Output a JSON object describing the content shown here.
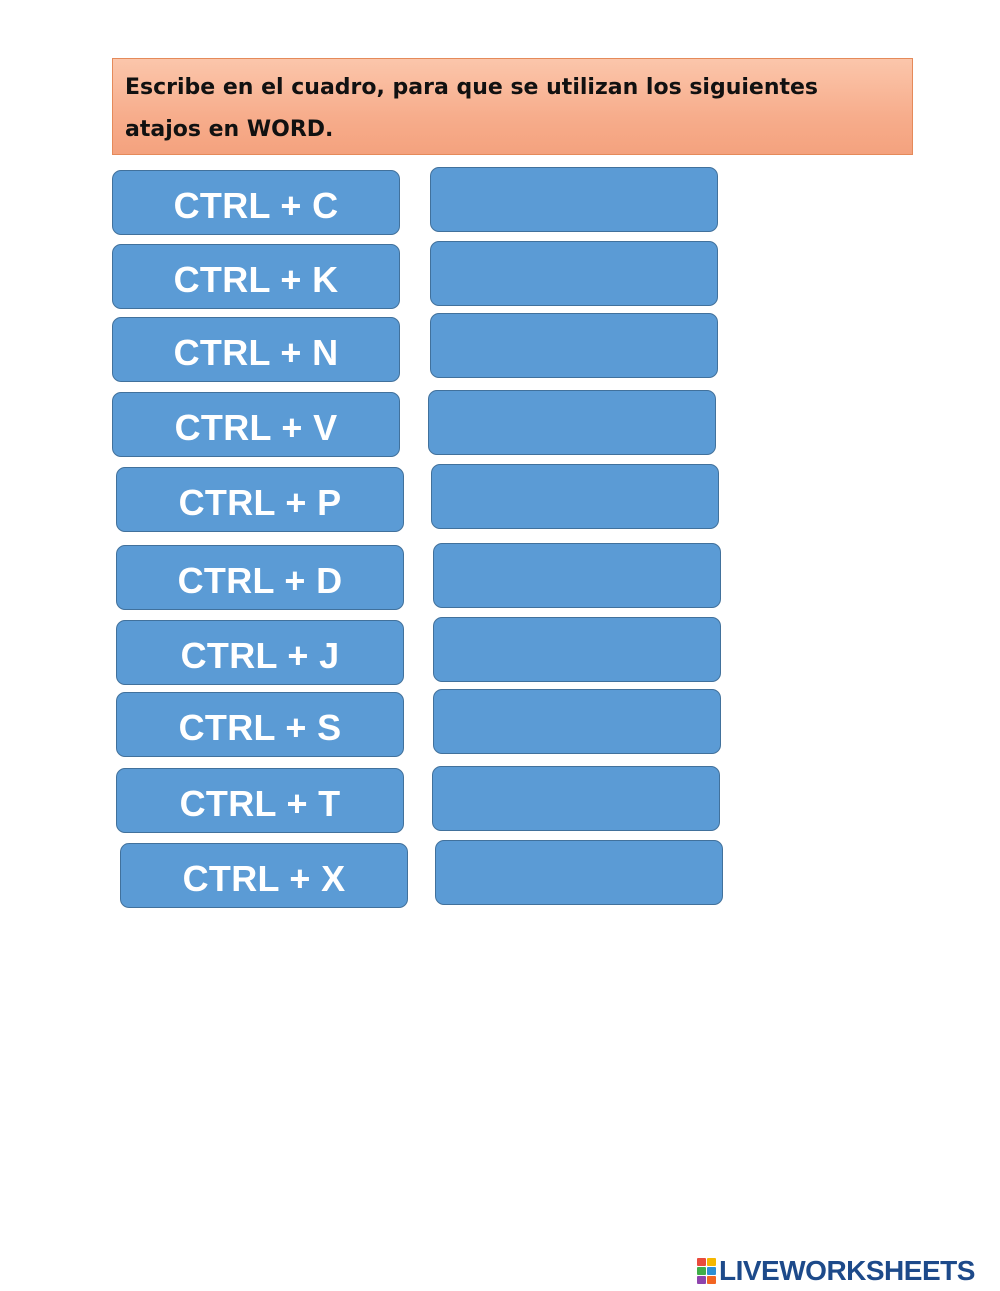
{
  "instruction": {
    "text": "Escribe en el cuadro, para que se utilizan los siguientes atajos en WORD."
  },
  "shortcuts": [
    {
      "label": "CTRL + C",
      "answer": ""
    },
    {
      "label": "CTRL + K",
      "answer": ""
    },
    {
      "label": "CTRL + N",
      "answer": ""
    },
    {
      "label": "CTRL + V",
      "answer": ""
    },
    {
      "label": "CTRL + P",
      "answer": ""
    },
    {
      "label": "CTRL + D",
      "answer": ""
    },
    {
      "label": "CTRL + J",
      "answer": ""
    },
    {
      "label": "CTRL + S",
      "answer": ""
    },
    {
      "label": "CTRL + T",
      "answer": ""
    },
    {
      "label": "CTRL + X",
      "answer": ""
    }
  ],
  "footer": {
    "logo_text": "LIVEWORKSHEETS",
    "logo_mark_colors": [
      "#e94b3c",
      "#f5b700",
      "#3fae49",
      "#2d8fd5",
      "#8e44ad",
      "#f26522"
    ]
  },
  "colors": {
    "box_fill": "#5b9bd5",
    "box_border": "#41719c",
    "instruction_fill": "#f7ad8c",
    "logo_text": "#1d4a8a"
  }
}
